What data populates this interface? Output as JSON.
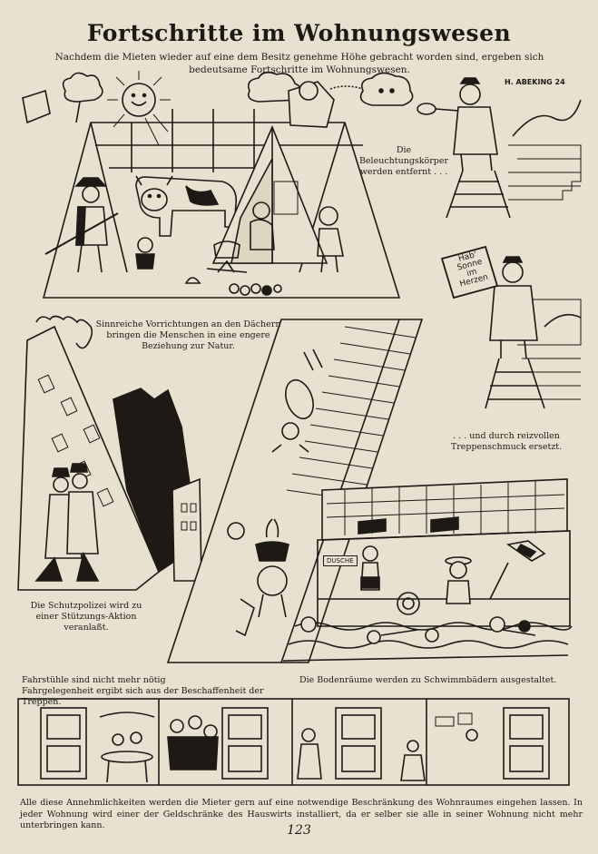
{
  "title": "Fortschritte im Wohnungswesen",
  "subtitle": "Nachdem die Mieten wieder auf eine dem Besitz genehme Höhe gebracht worden sind, ergeben sich bedeutsame Fortschritte im Wohnungswesen.",
  "signature": "H. ABEKING 24",
  "captions": {
    "lighting": "Die Beleuchtungskörper werden entfernt . . .",
    "roofs": "Sinnreiche Vorrichtungen an den Dächern bringen die Menschen in eine engere Beziehung zur Natur.",
    "stairs_decor": ". . . und durch reizvollen Treppenschmuck ersetzt.",
    "police": "Die Schutzpolizei wird zu einer Stützungs-Aktion veranlaßt.",
    "elevators": "Fahrstühle sind nicht mehr nötig\nFahrgelegenheit ergibt sich aus der Beschaffenheit der Treppen.",
    "attic": "Die Bodenräume werden zu Schwimmbädern ausgestaltet."
  },
  "sign": {
    "line1": "Hab'",
    "line2": "Sonne",
    "line3": "im",
    "line4": "Herzen"
  },
  "dusche": "DUSCHE",
  "footer": "Alle diese Annehmlichkeiten werden die Mieter gern auf eine notwendige Beschränkung des Wohnraumes eingehen lassen. In jeder Wohnung wird einer der Geldschränke des Hauswirts installiert, da er selber sie alle in seiner Wohnung nicht mehr unterbringen kann.",
  "page_number": "123"
}
